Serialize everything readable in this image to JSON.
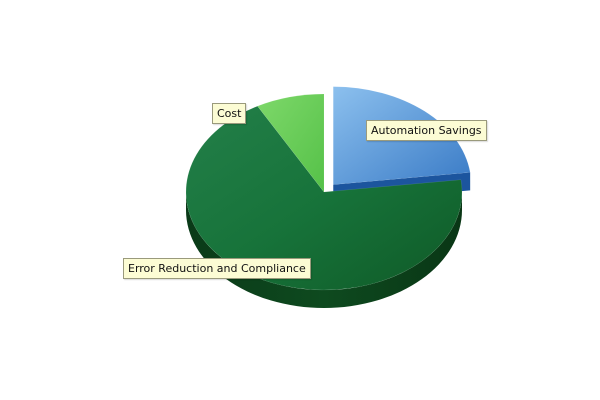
{
  "chart_data": {
    "type": "pie",
    "title": "",
    "categories": [
      "Automation Savings",
      "Error Reduction and Compliance",
      "Cost"
    ],
    "values": [
      23,
      69,
      8
    ],
    "exploded": [
      "Automation Savings"
    ],
    "colors": [
      "#4f8fd3",
      "#1a7a3c",
      "#6fd05c"
    ],
    "legend": "none",
    "labels_shown": true
  }
}
